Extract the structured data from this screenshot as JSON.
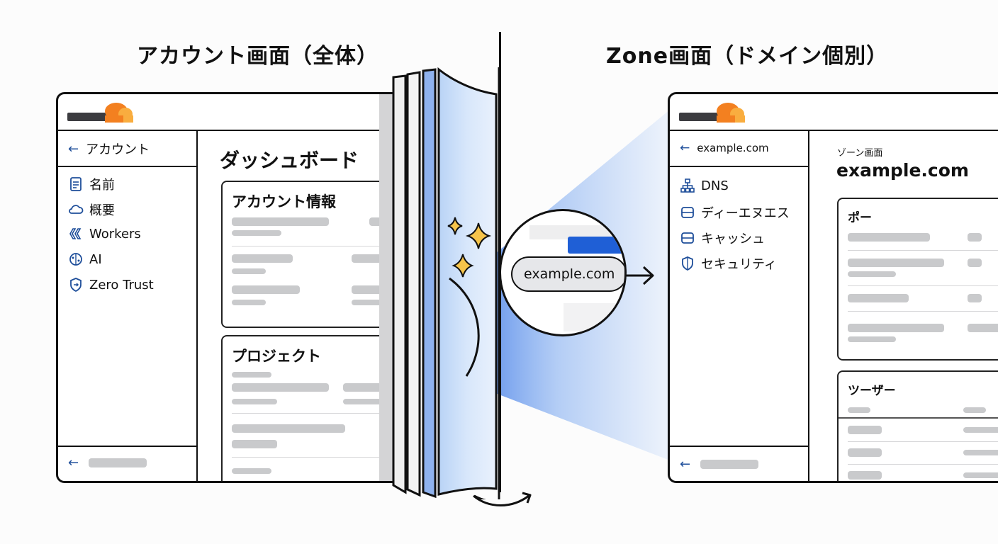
{
  "left_title": "アカウント画面（全体）",
  "right_title": "Zone画面（ドメイン個別）",
  "account_window": {
    "back_label": "アカウント",
    "nav_items": [
      {
        "label": "名前",
        "icon": "document-icon"
      },
      {
        "label": "概要",
        "icon": "cloud-icon"
      },
      {
        "label": "Workers",
        "icon": "workers-icon"
      },
      {
        "label": "AI",
        "icon": "ai-brain-icon"
      },
      {
        "label": "Zero Trust",
        "icon": "shield-icon"
      }
    ],
    "main_heading": "ダッシュボード",
    "card1_title": "アカウント情報",
    "card2_title": "プロジェクト"
  },
  "magnifier": {
    "domain": "example.com"
  },
  "zone_window": {
    "back_label": "example.com",
    "nav_items": [
      {
        "label": "DNS",
        "icon": "sitemap-icon"
      },
      {
        "label": "ディーエヌエス",
        "icon": "server-icon"
      },
      {
        "label": "キャッシュ",
        "icon": "server-icon"
      },
      {
        "label": "セキュリティ",
        "icon": "shield-icon"
      }
    ],
    "subtitle": "ゾーン画面",
    "main_heading": "example.com",
    "card1_title": "ポー",
    "card2_title": "ツーザー"
  },
  "colors": {
    "accent_blue": "#1f5fd6",
    "cloud_orange": "#f38020",
    "cloud_yellow": "#f9ad3f",
    "nav_icon_blue": "#1e4e9a"
  }
}
